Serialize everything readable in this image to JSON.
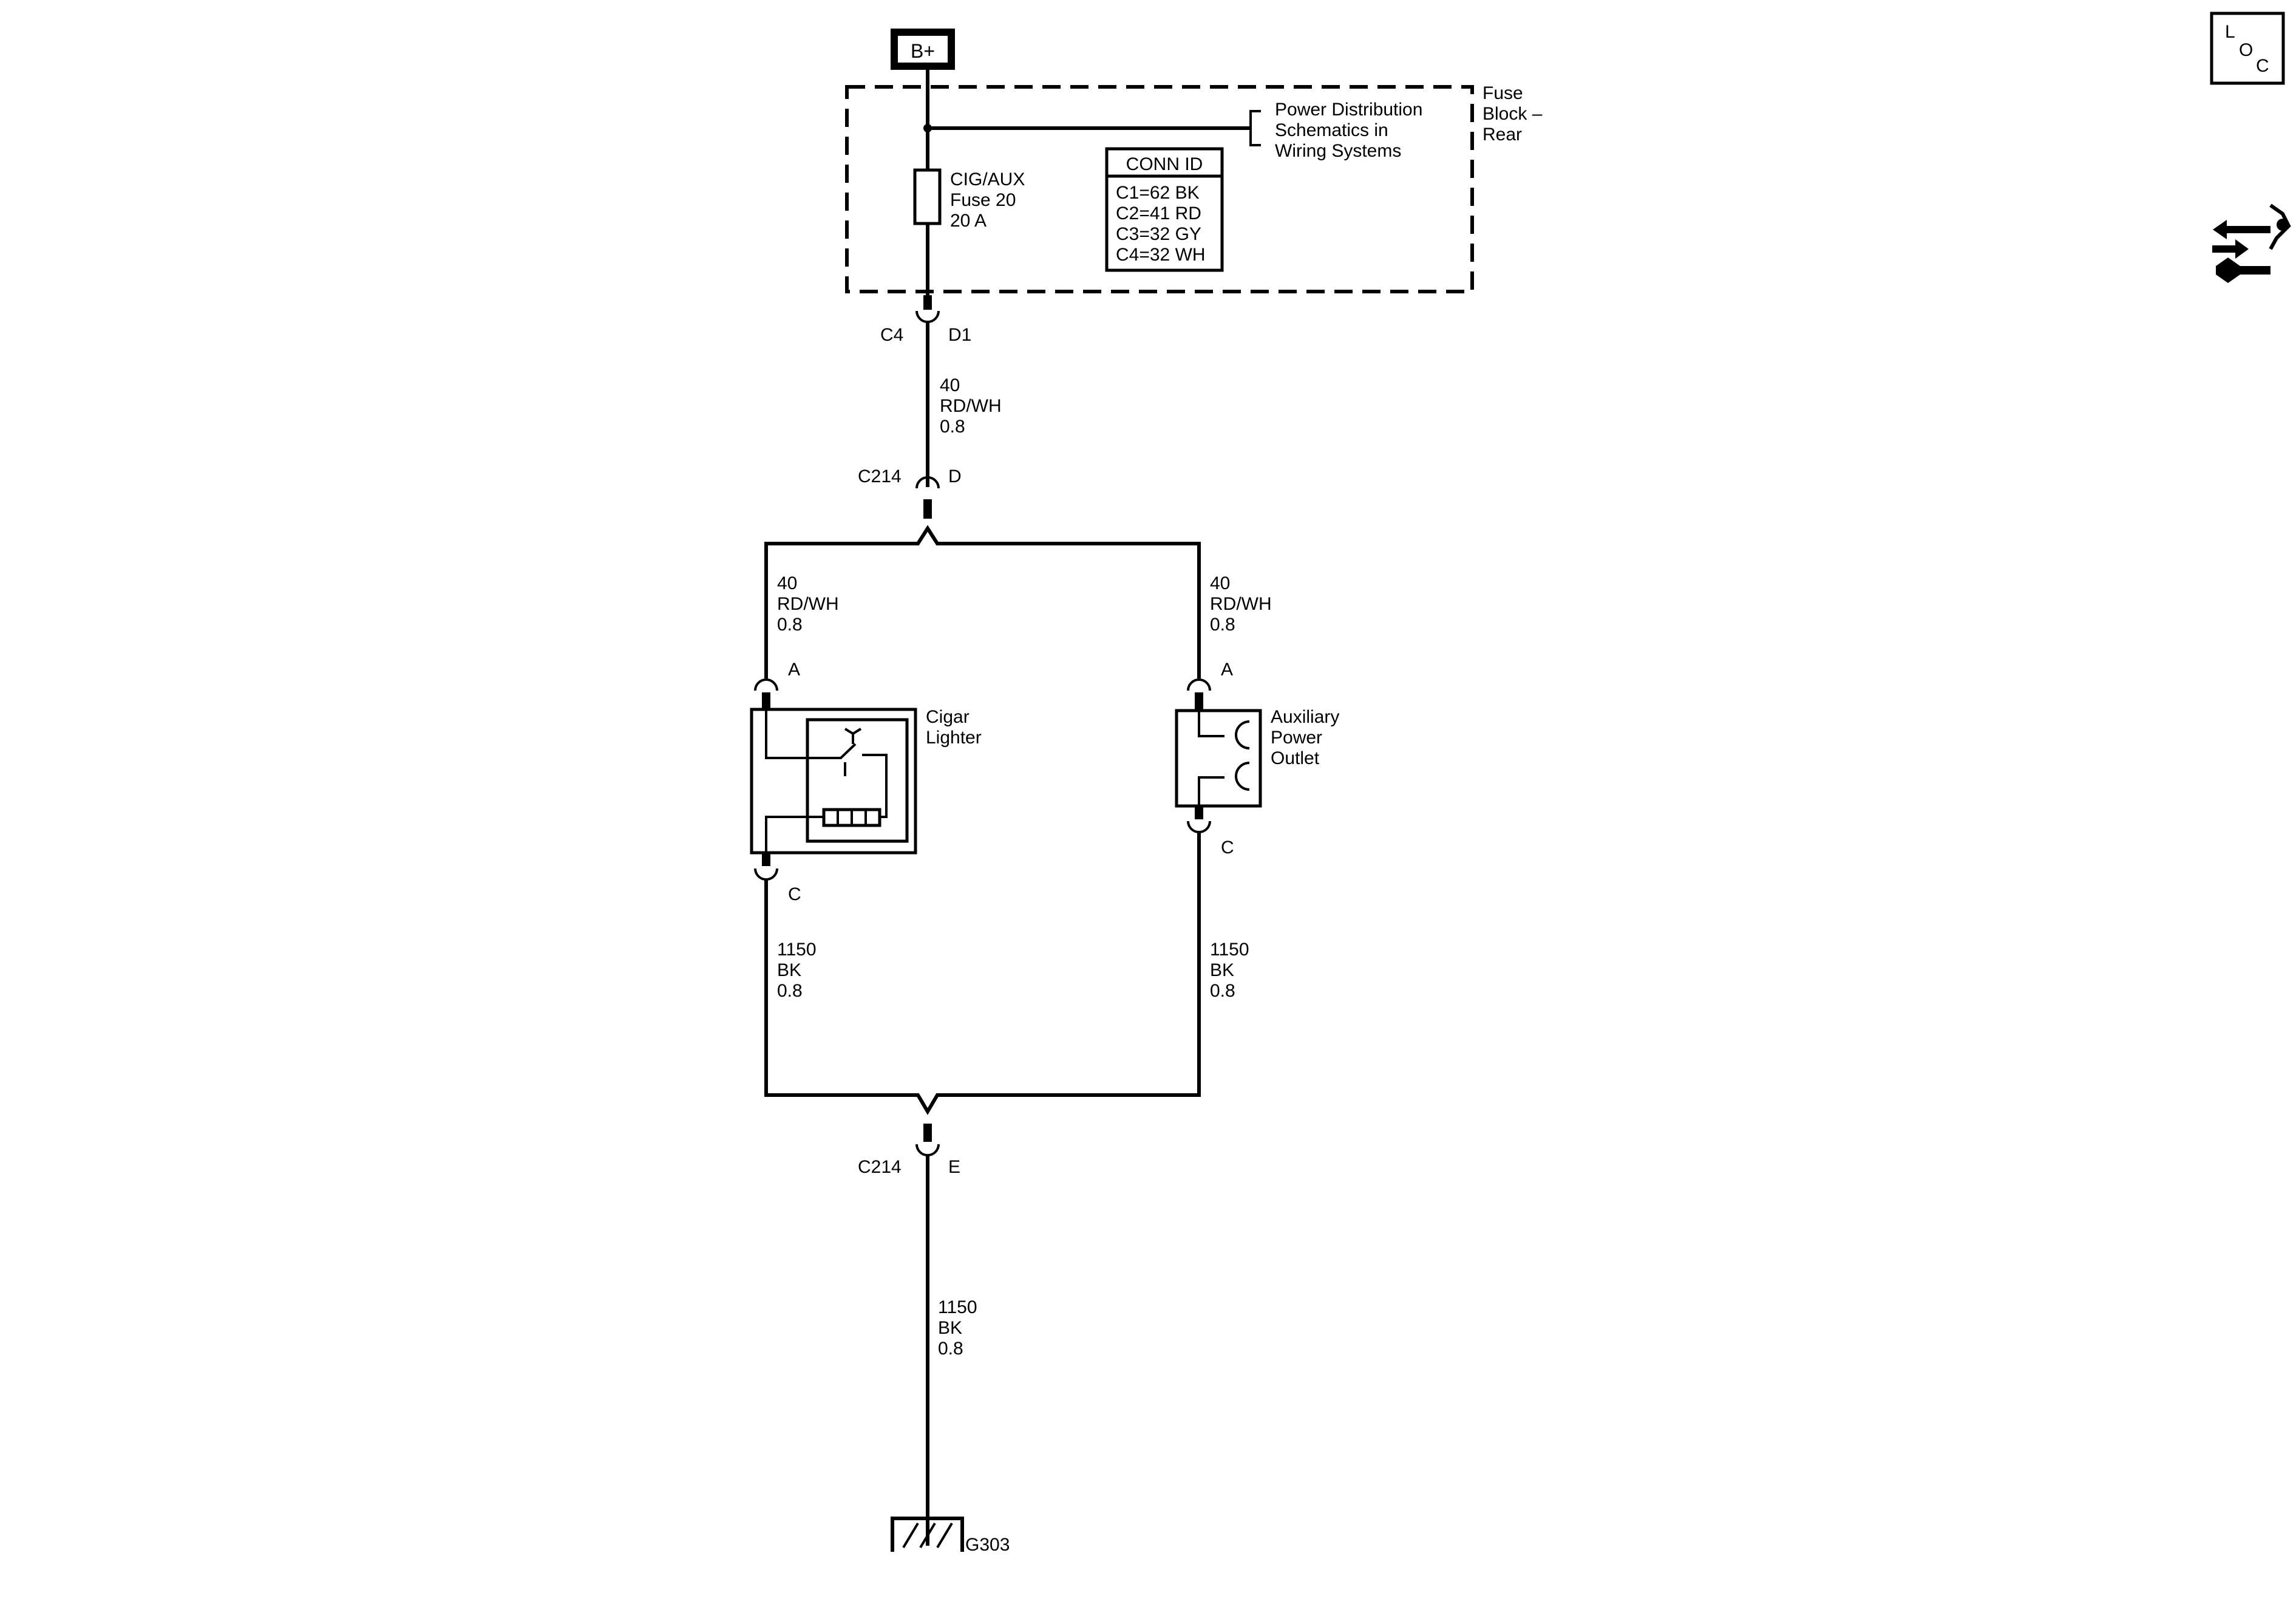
{
  "supply": {
    "label": "B+"
  },
  "fuse_block": {
    "name": [
      "Fuse",
      "Block –",
      "Rear"
    ],
    "reference": [
      "Power Distribution",
      "Schematics in",
      "Wiring Systems"
    ],
    "fuse": [
      "CIG/AUX",
      "Fuse 20",
      "20 A"
    ],
    "conn_id": {
      "title": "CONN ID",
      "rows": [
        "C1=62 BK",
        "C2=41 RD",
        "C3=32 GY",
        "C4=32 WH"
      ]
    }
  },
  "connectors": {
    "fuse_block_out": {
      "id": "C4",
      "pin": "D1"
    },
    "c214_top": {
      "id": "C214",
      "pin": "D"
    },
    "c214_bottom": {
      "id": "C214",
      "pin": "E"
    },
    "lighter_in": {
      "pin": "A"
    },
    "lighter_out": {
      "pin": "C"
    },
    "outlet_in": {
      "pin": "A"
    },
    "outlet_out": {
      "pin": "C"
    }
  },
  "wires": {
    "feed": [
      "40",
      "RD/WH",
      "0.8"
    ],
    "lighter_feed": [
      "40",
      "RD/WH",
      "0.8"
    ],
    "outlet_feed": [
      "40",
      "RD/WH",
      "0.8"
    ],
    "lighter_ground": [
      "1150",
      "BK",
      "0.8"
    ],
    "outlet_ground": [
      "1150",
      "BK",
      "0.8"
    ],
    "main_ground": [
      "1150",
      "BK",
      "0.8"
    ]
  },
  "components": {
    "cigar_lighter": [
      "Cigar",
      "Lighter"
    ],
    "aux_outlet": [
      "Auxiliary",
      "Power",
      "Outlet"
    ]
  },
  "ground": {
    "label": "G303"
  },
  "loc_icon": {
    "letters": [
      "L",
      "O",
      "C"
    ]
  },
  "icons": [
    "loc-icon",
    "connector-repair-icon",
    "ground-symbol-icon",
    "fuse-icon",
    "cigar-lighter-icon",
    "power-outlet-icon"
  ]
}
